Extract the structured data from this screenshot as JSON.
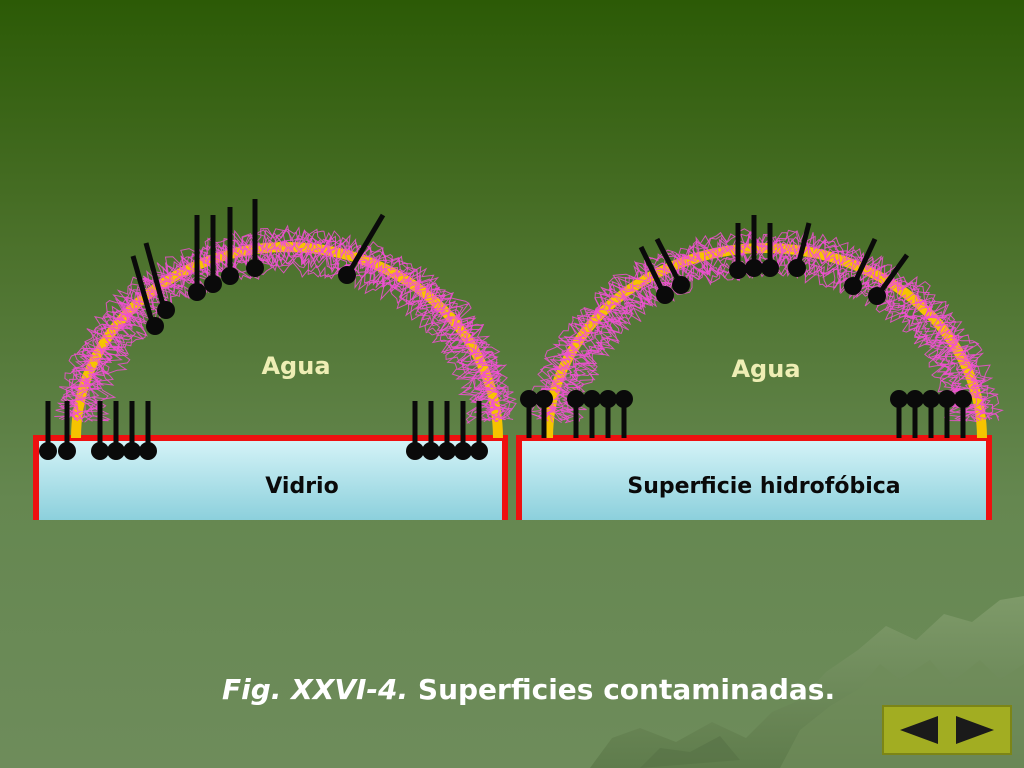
{
  "left_panel": {
    "water_label": "Agua",
    "substrate_label": "Vidrio"
  },
  "right_panel": {
    "water_label": "Agua",
    "substrate_label": "Superficie hidrofóbica"
  },
  "caption": {
    "figure_ref": "Fig. XXVI-4.",
    "text": " Superficies contaminadas."
  },
  "colors": {
    "background_top": "#2c5a06",
    "background_bottom": "#6e8c5b",
    "droplet_edge": "#f6c400",
    "water_tangle": "#f050d4",
    "surface_line": "#ee1010",
    "substrate_top": "#d6f4f8",
    "substrate_bottom": "#8cd0dc",
    "molecule": "#0a0a0a",
    "nav_panel": "#a2ad22"
  },
  "icons": {
    "prev": "arrow-left-icon",
    "next": "arrow-right-icon"
  }
}
